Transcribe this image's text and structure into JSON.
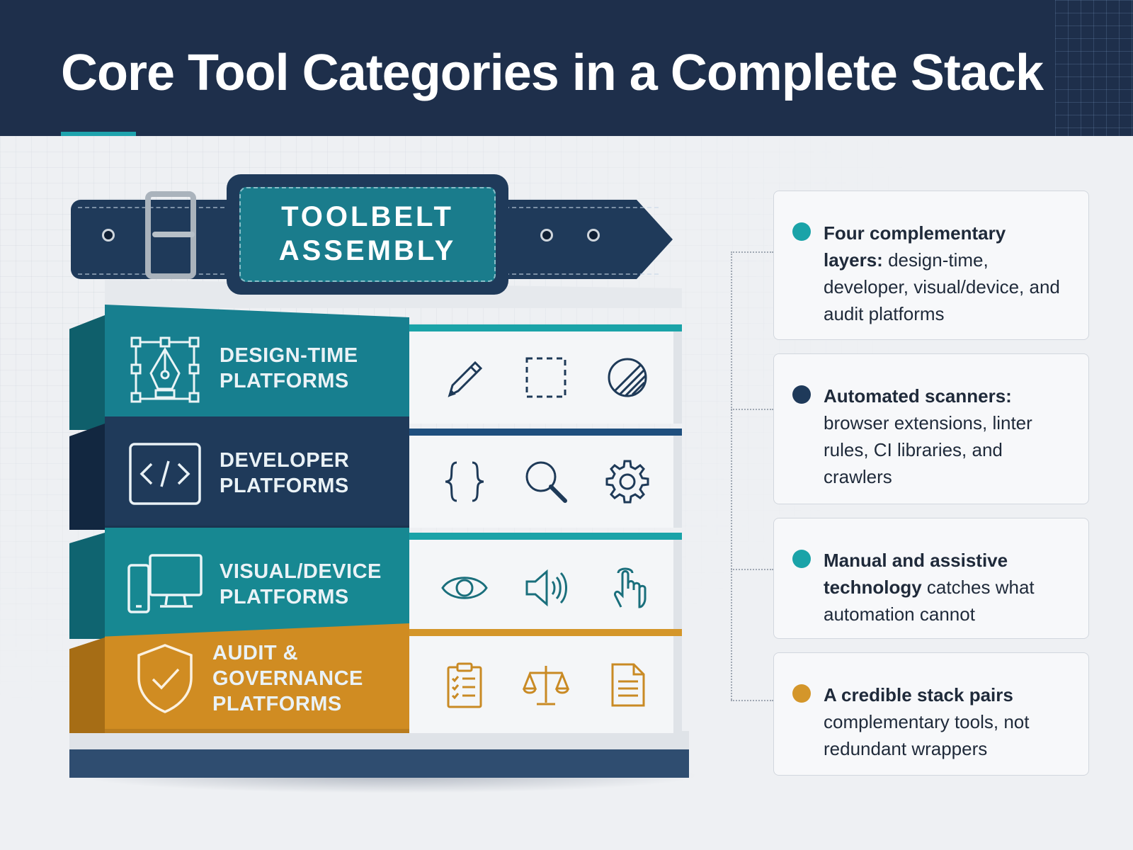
{
  "header": {
    "title": "Core Tool Categories in a Complete Stack"
  },
  "belt": {
    "label_line1": "TOOLBELT",
    "label_line2": "ASSEMBLY"
  },
  "layers": [
    {
      "label_line1": "DESIGN-TIME",
      "label_line2": "PLATFORMS",
      "icon": "pen-tool-icon",
      "color": "#177f8f",
      "tools": [
        "pencil-icon",
        "dashed-square-icon",
        "contrast-circle-icon"
      ]
    },
    {
      "label_line1": "DEVELOPER",
      "label_line2": "PLATFORMS",
      "icon": "code-window-icon",
      "color": "#1f3a5a",
      "tools": [
        "curly-braces-icon",
        "magnifier-icon",
        "gear-icon"
      ]
    },
    {
      "label_line1": "VISUAL/DEVICE",
      "label_line2": "PLATFORMS",
      "icon": "devices-icon",
      "color": "#178892",
      "tools": [
        "eye-icon",
        "speaker-icon",
        "pointer-hand-icon"
      ]
    },
    {
      "label_line1": "AUDIT & GOVERNANCE",
      "label_line2": "PLATFORMS",
      "icon": "shield-check-icon",
      "color": "#d08c22",
      "tools": [
        "checklist-icon",
        "scales-icon",
        "document-icon"
      ]
    }
  ],
  "cards": [
    {
      "dot_color": "#1aa3a8",
      "bold": "Four complementary layers:",
      "text": "design-time, developer, visual/device, and audit platforms"
    },
    {
      "dot_color": "#1f3a5a",
      "bold": "Automated scanners:",
      "text": "browser extensions, linter rules, CI libraries, and crawlers"
    },
    {
      "dot_color": "#1aa3a8",
      "bold": "Manual and assistive technology",
      "text": "catches what automation cannot"
    },
    {
      "dot_color": "#d4962a",
      "bold": "A credible stack pairs",
      "text": "complementary tools, not redundant wrappers"
    }
  ]
}
